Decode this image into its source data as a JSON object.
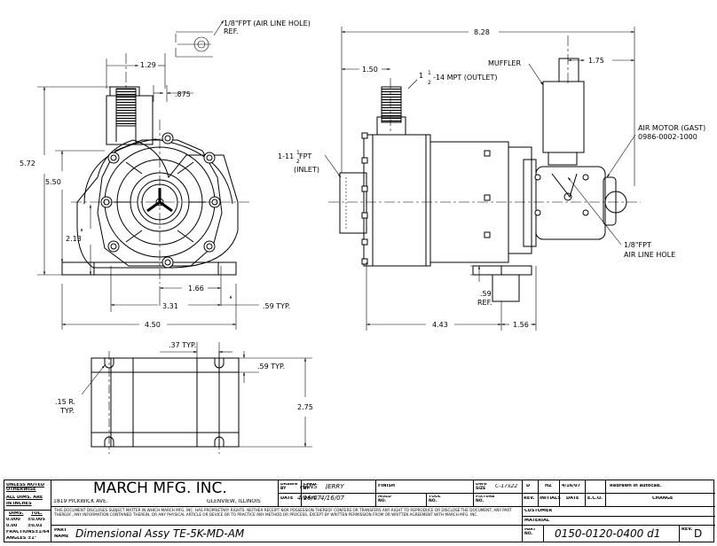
{
  "dimensions": {
    "air_line_hole_top": "1/8\"FPT (AIR LINE HOLE)",
    "ref": "REF.",
    "d_1_29": "1.29",
    "d_875": ".875",
    "d_5_72": "5.72",
    "d_5_50": "5.50",
    "d_2_13": "2.13",
    "d_1_66": "1.66",
    "d_3_31": "3.31",
    "d_59_typ": ".59 TYP.",
    "d_4_50": "4.50",
    "d_8_28": "8.28",
    "d_1_50": "1.50",
    "d_1_75": "1.75",
    "outlet_whole": "1",
    "outlet_frac_num": "1",
    "outlet_frac_den": "2",
    "outlet_label": "-14 MPT (OUTLET)",
    "muffler": "MUFFLER",
    "inlet_prefix": "1-11",
    "inlet_frac_num": "1",
    "inlet_frac_den": "2",
    "inlet_suffix": " FPT",
    "inlet_label": "(INLET)",
    "air_motor_1": "AIR MOTOR (GAST)",
    "air_motor_2": "0986-0002-1000",
    "air_line_side_1": "1/8\"FPT",
    "air_line_side_2": "AIR LINE HOLE",
    "d_59": ".59",
    "ref2": "REF.",
    "d_4_43": "4.43",
    "d_1_56": "1.56",
    "d_37_typ": ".37 TYP.",
    "d_59_typ2": ".59 TYP.",
    "d_15_r": ".15 R.",
    "typ": "TYP.",
    "d_2_75": "2.75"
  },
  "titleblock": {
    "unless_noted": "UNLESS NOTED OTHERWISE",
    "all_dims": "ALL DIMS. ARE",
    "in_inches": "IN INCHES",
    "dims": "DIMS.",
    "tol": "TOL.",
    "tol_row1_dim": "0.000",
    "tol_row1_val": "±0.005",
    "tol_row2_dim": "0.00",
    "tol_row2_val": "±0.03",
    "fractions": "FRACTIONS±1/64",
    "angles": "ANGLES  ±1°",
    "company": "MARCH MFG. INC.",
    "address": "1819 PICKWICK AVE.",
    "city": "GLENVIEW, ILLINOIS",
    "drawn_by_label": "DRAWN BY",
    "drawn_by": "HANS",
    "date_label": "DATE",
    "drawn_date": "4/16/07",
    "chkd_by_label": "CHKD BY",
    "chkd_by": "JERRY",
    "chkd_date": "4/16/07",
    "finish_label": "FINISH",
    "dwg_size_label": "DWG SIZE",
    "dwg_size": "C-17x22",
    "mold_no_label": "MOLD NO.",
    "tool_no_label": "TOOL NO.",
    "fixture_no_label": "FIXTURE NO.",
    "notice": "THIS DOCUMENT DISCLOSES SUBJECT MATTER IN WHICH MARCH MFG. INC. HAS PROPRIETARY RIGHTS. NEITHER RECEIPT NOR POSSESSION THEREOF CONFERS OR TRANSFERS ANY RIGHT TO REPRODUCE OR DISCLOSE THE DOCUMENT, ANY PART THEREOF, ANY INFORMATION CONTAINED THEREIN, OR ANY PHYSICAL ARTICLE OR DEVICE OR TO PRACTICE ANY METHOD OR PROCESS, EXCEPT BY WRITTEN PERMISSION FROM OR WRITTEN AGREEMENT WITH MARCH MFG. INC.",
    "part_label": "PART",
    "name_label": "NAME",
    "part_name": "Dimensional Assy TE-5K-MD-AM",
    "rev_row": {
      "rev": "D",
      "initials": "HZ",
      "date": "4/16/07",
      "eco": "",
      "change": "Redrawn in autocad."
    },
    "rev_hdr": {
      "rev": "REV.",
      "initials": "INITIALS",
      "date": "DATE",
      "eco": "E.C.O.",
      "change": "CHANGE"
    },
    "customer_label": "CUSTOMER",
    "material_label": "MATERIAL",
    "part_no_label": "PART NO.",
    "part_no": "0150-0120-0400 d1",
    "rev_label": "REV.",
    "rev": "D"
  }
}
